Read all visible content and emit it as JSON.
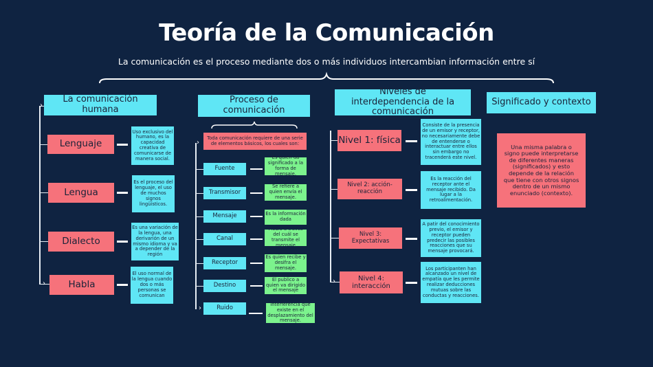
{
  "title": "Teoría de la Comunicación",
  "subtitle": "La comunicación es el proceso mediante dos o más individuos intercambian información entre sí",
  "humana": {
    "header": "La comunicación humana",
    "items": [
      {
        "label": "Lenguaje",
        "desc": "Uso exclusivo del humano, es la capacidad creativa de comunicarse de manera social."
      },
      {
        "label": "Lengua",
        "desc": "Es el proceso del lenguaje, el uso de muchos signos lingüísticos."
      },
      {
        "label": "Dialecto",
        "desc": "Es una variación de la lengua, una derivarión de un mismo idioma y va a depender de la región"
      },
      {
        "label": "Habla",
        "desc": "El uso normal de la lengua cuando dos o más personas se comunican"
      }
    ]
  },
  "proceso": {
    "header": "Proceso de comunicación",
    "intro": "Toda comunicación requiere de una serie de elementos básicos, los cuales son:",
    "items": [
      {
        "label": "Fuente",
        "desc": "Es quien da significado a la forma de mensaje."
      },
      {
        "label": "Transmisor",
        "desc": "Se refiere a quien envía el mensaje."
      },
      {
        "label": "Mensaje",
        "desc": "Es la información dada"
      },
      {
        "label": "Canal",
        "desc": "Medio a través del cuál se transmite el mensaje"
      },
      {
        "label": "Receptor",
        "desc": "Es quien recibe y desifra el mensaje."
      },
      {
        "label": "Destino",
        "desc": "El publico a quien va dirigido el mensaje"
      },
      {
        "label": "Ruido",
        "desc": "Interferencia que existe en el desplazamiento del mensaje."
      }
    ]
  },
  "niveles": {
    "header": "Niveles de interdependencia de la comunicación",
    "items": [
      {
        "label": "Nivel 1: física",
        "desc": "Consiste de la presencia de un emisor y receptor, no necesariamente debe de entenderse o interactuar entre ellos sin embargo no tracenderá este nivel."
      },
      {
        "label": "Nivel 2: acción-reacción",
        "desc": "Es la reacción del receptor ante el mensaje recibido. Da lugar a la retroalimentación."
      },
      {
        "label": "Nivel 3: Expectativas",
        "desc": "A patir del conocimiento previo, el emisor y receptor pueden predecir las posibles reacciones que su mensaje provocará."
      },
      {
        "label": "Nivel 4: interacción",
        "desc": "Los participanten han alcanzado un nivel de empatía que les permite realizar deducciones mutuas sobre las conductas y reacciones."
      }
    ]
  },
  "significado": {
    "header": "Significado y contexto",
    "desc": "Una misma palabra o signo puede interpretarse de diferentes maneras (significados) y esto depende de la relación que tiene con otros signos dentro de un mismo enunciado (contexto)."
  }
}
